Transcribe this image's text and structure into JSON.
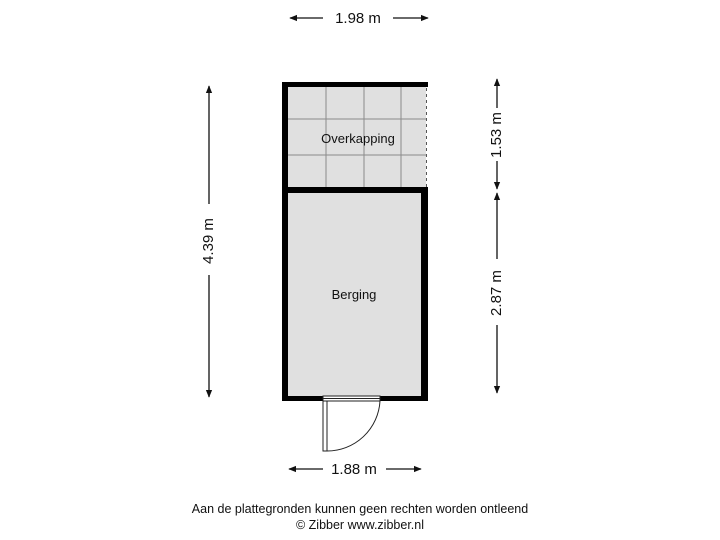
{
  "dimensions": {
    "top_width": "1.98 m",
    "bottom_width": "1.88 m",
    "left_height": "4.39 m",
    "right_upper_height": "1.53 m",
    "right_lower_height": "2.87 m"
  },
  "rooms": {
    "covered": "Overkapping",
    "storage": "Berging"
  },
  "footer": {
    "disclaimer": "Aan de plattegronden kunnen geen rechten worden ontleend",
    "copyright": "© Zibber www.zibber.nl"
  },
  "colors": {
    "wall": "#000000",
    "room_fill": "#e0e0e0",
    "tile_line": "#8a8a8a"
  },
  "icons": [
    "arrow-left-icon",
    "arrow-right-icon",
    "arrow-up-icon",
    "arrow-down-icon",
    "door-swing-icon"
  ]
}
